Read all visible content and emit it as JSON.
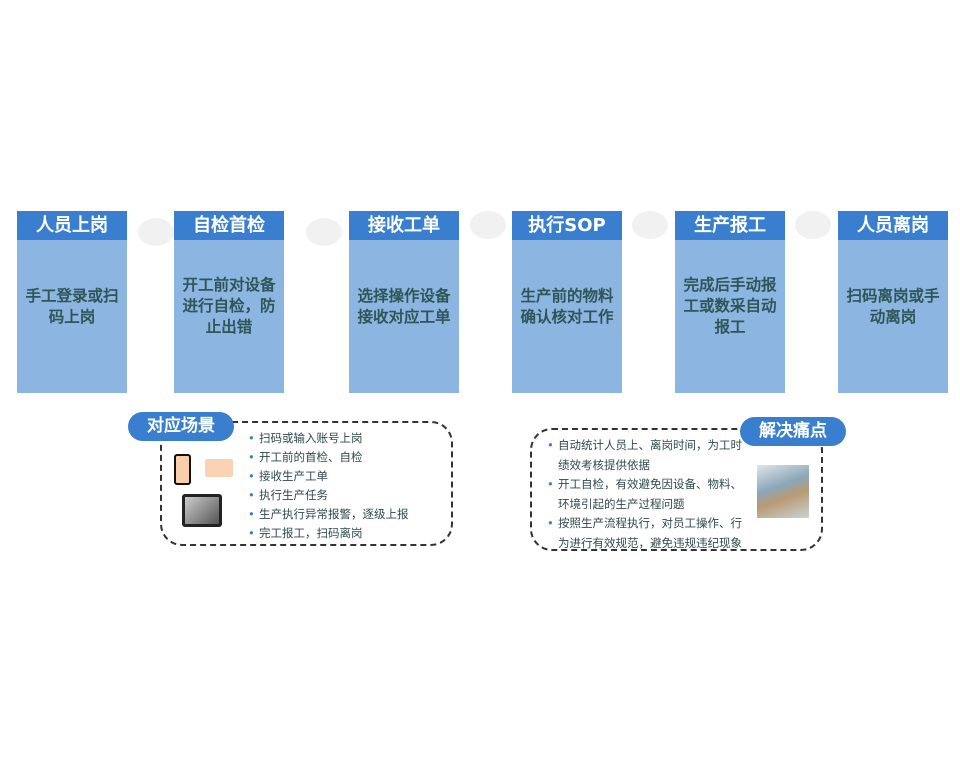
{
  "steps": [
    {
      "title": "人员上岗",
      "desc": "手工登录或扫码上岗"
    },
    {
      "title": "自检首检",
      "desc": "开工前对设备进行自检，防止出错"
    },
    {
      "title": "接收工单",
      "desc": "选择操作设备接收对应工单"
    },
    {
      "title": "执行SOP",
      "desc": "生产前的物料确认核对工作"
    },
    {
      "title": "生产报工",
      "desc": "完成后手动报工或数采自动报工"
    },
    {
      "title": "人员离岗",
      "desc": "扫码离岗或手动离岗"
    }
  ],
  "scenarios": {
    "label": "对应场景",
    "items": [
      "扫码或输入账号上岗",
      "开工前的首检、自检",
      "接收生产工单",
      "执行生产任务",
      "生产执行异常报警，逐级上报",
      "完工报工，扫码离岗"
    ]
  },
  "painpoints": {
    "label": "解决痛点",
    "items": [
      "自动统计人员上、离岗时间，为工时绩效考核提供依据",
      "开工自检，有效避免因设备、物料、环境引起的生产过程问题",
      "按照生产流程执行，对员工操作、行为进行有效规范，避免违规违纪现象"
    ]
  },
  "colors": {
    "header": "#3a7fcf",
    "body": "#8cb5e2"
  }
}
